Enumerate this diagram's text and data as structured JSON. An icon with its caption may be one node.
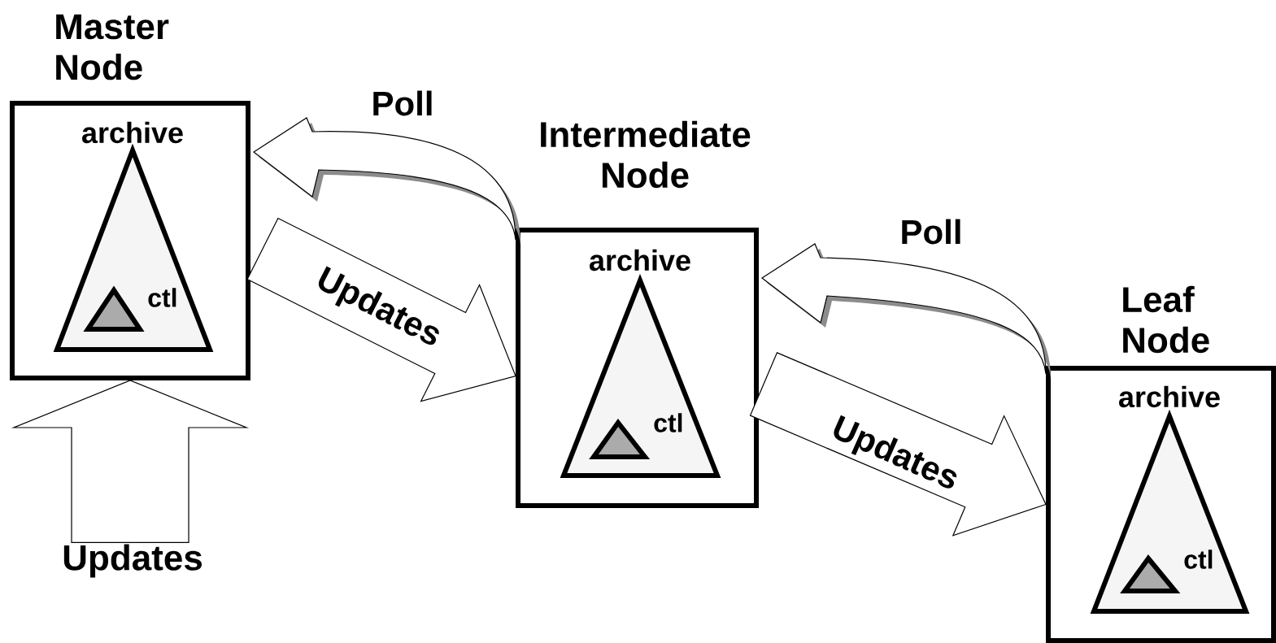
{
  "diagram": {
    "nodes": [
      {
        "text": [
          "Master Node"
        ]
      },
      {
        "text": [
          "archive"
        ],
        "in": 0
      },
      {
        "text": [
          "ctl"
        ],
        "in": 1
      },
      {
        "text": [
          "Intermediate Node"
        ]
      },
      {
        "text": [
          "archive"
        ],
        "in": 3
      },
      {
        "text": [
          "ctl"
        ],
        "in": 4
      },
      {
        "text": [
          "Leaf Node"
        ]
      },
      {
        "text": [
          "archive"
        ],
        "in": 6
      },
      {
        "text": [
          "ctl"
        ],
        "in": 7
      },
      {
        "text": [
          "Updates"
        ]
      }
    ],
    "edges": [
      {
        "from": 3,
        "to": 0,
        "arrow": "to",
        "label": "Poll"
      },
      {
        "from": 0,
        "to": 3,
        "arrow": "to",
        "label": "Updates"
      },
      {
        "from": 6,
        "to": 3,
        "arrow": "to",
        "label": "Poll"
      },
      {
        "from": 3,
        "to": 6,
        "arrow": "to",
        "label": "Updates"
      },
      {
        "from": 9,
        "to": 0,
        "arrow": "to"
      }
    ]
  }
}
